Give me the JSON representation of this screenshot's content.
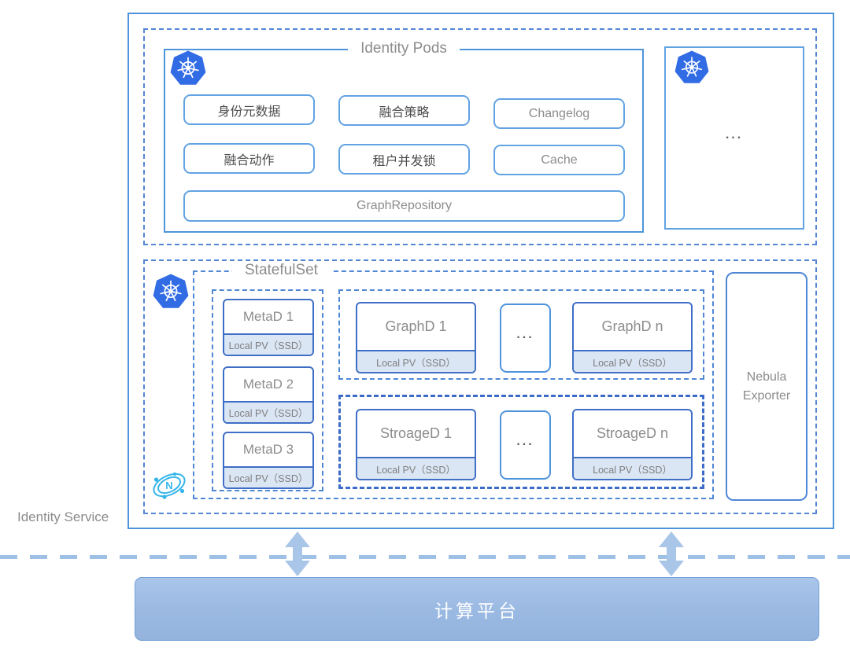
{
  "service": {
    "label": "Identity Service"
  },
  "identity_pods": {
    "title": "Identity Pods",
    "modules": {
      "identity_metadata": "身份元数据",
      "fusion_strategy": "融合策略",
      "changelog": "Changelog",
      "fusion_action": "融合动作",
      "tenant_concurrency_lock": "租户并发锁",
      "cache": "Cache",
      "graph_repository": "GraphRepository"
    },
    "more_pods": "..."
  },
  "statefulset": {
    "title": "StatefulSet",
    "volume_label": "Local PV（SSD）",
    "metad": {
      "pods": [
        "MetaD 1",
        "MetaD 2",
        "MetaD 3"
      ]
    },
    "graphd": {
      "first": "GraphD 1",
      "more": "...",
      "last": "GraphD n"
    },
    "stroaged": {
      "first": "StroageD 1",
      "more": "...",
      "last": "StroageD n"
    },
    "exporter": "Nebula Exporter"
  },
  "platform": {
    "title": "计算平台"
  },
  "icons": {
    "kubernetes": "kubernetes-icon",
    "nebula": "nebula-icon",
    "double_arrow": "double-arrow-icon"
  },
  "colors": {
    "kubernetes_blue": "#326ce5",
    "nebula_cyan": "#35b5ea",
    "solid_border": "#4e94da",
    "node_border": "#3f6ec6",
    "dashed_border": "#4f86d6",
    "thick_dashed_border": "#3d6cc8",
    "module_border": "#62a3e3",
    "volume_fill": "#dbe6f5",
    "platform_fill": "#9ab9e2",
    "arrow_fill": "#a9c6e8",
    "divider": "#9fc0e5",
    "text_gray": "#8c8c8c",
    "text_dark": "#4d4d4d"
  }
}
